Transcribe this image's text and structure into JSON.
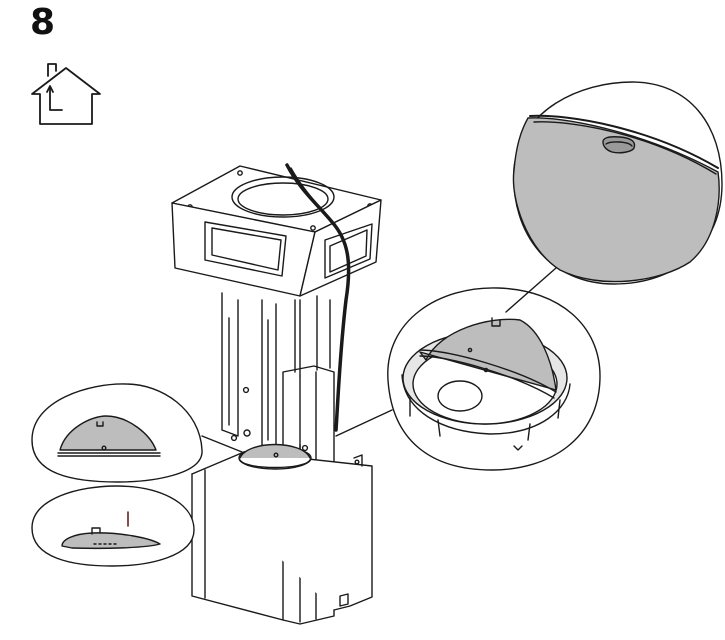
{
  "step": {
    "number": "8"
  },
  "icons": {
    "header": "house-with-chimney-duct-icon"
  },
  "colors": {
    "line": "#1a1a1a",
    "damper_fill": "#bdbdbd",
    "damper_fill_dark": "#9a9a9a",
    "callout_fill": "#ffffff",
    "duct_interior": "#e6e6e6"
  },
  "illustration": {
    "main": "hood-chimney-assembly",
    "details": [
      "damper-flap-top-view",
      "damper-flap-side-view",
      "duct-ring-closeup",
      "flap-notch-closeup"
    ]
  }
}
